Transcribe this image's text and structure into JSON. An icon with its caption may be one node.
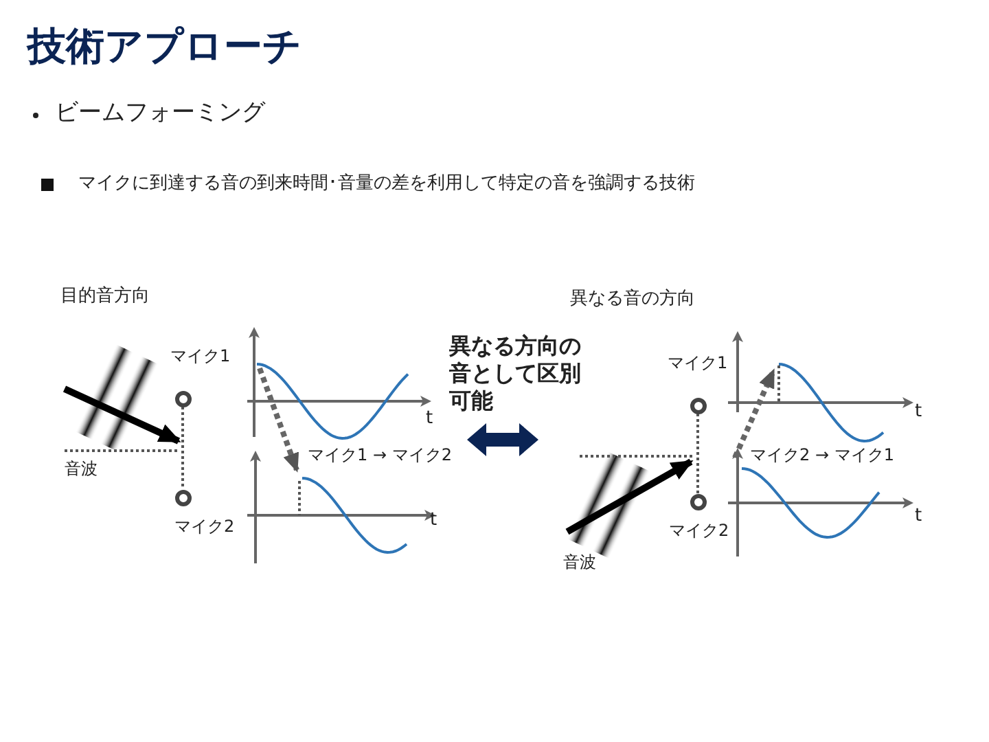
{
  "diagram": {
    "title": "技術アプローチ",
    "nodes": [
      {
        "text": [
          "マイク1"
        ]
      },
      {
        "text": [
          "マイク2"
        ]
      },
      {
        "text": [
          "マイク1"
        ]
      },
      {
        "text": [
          "マイク2"
        ]
      }
    ],
    "edges": [
      {
        "from": 0,
        "to": 1,
        "arrow": "none",
        "style": "dashed"
      },
      {
        "from": 2,
        "to": 3,
        "arrow": "none",
        "style": "dashed"
      }
    ],
    "labels": [
      "ビームフォーミング",
      "マイクに到達する音の到来時間･音量の差を利用して特定の音を強調する技術",
      "目的音方向",
      "音波",
      "マイク1 → マイク2",
      "t",
      "t",
      "異なる方向の音として区別可能",
      "異なる音の方向",
      "マイク2 → マイク1",
      "音波",
      "t",
      "t"
    ]
  }
}
